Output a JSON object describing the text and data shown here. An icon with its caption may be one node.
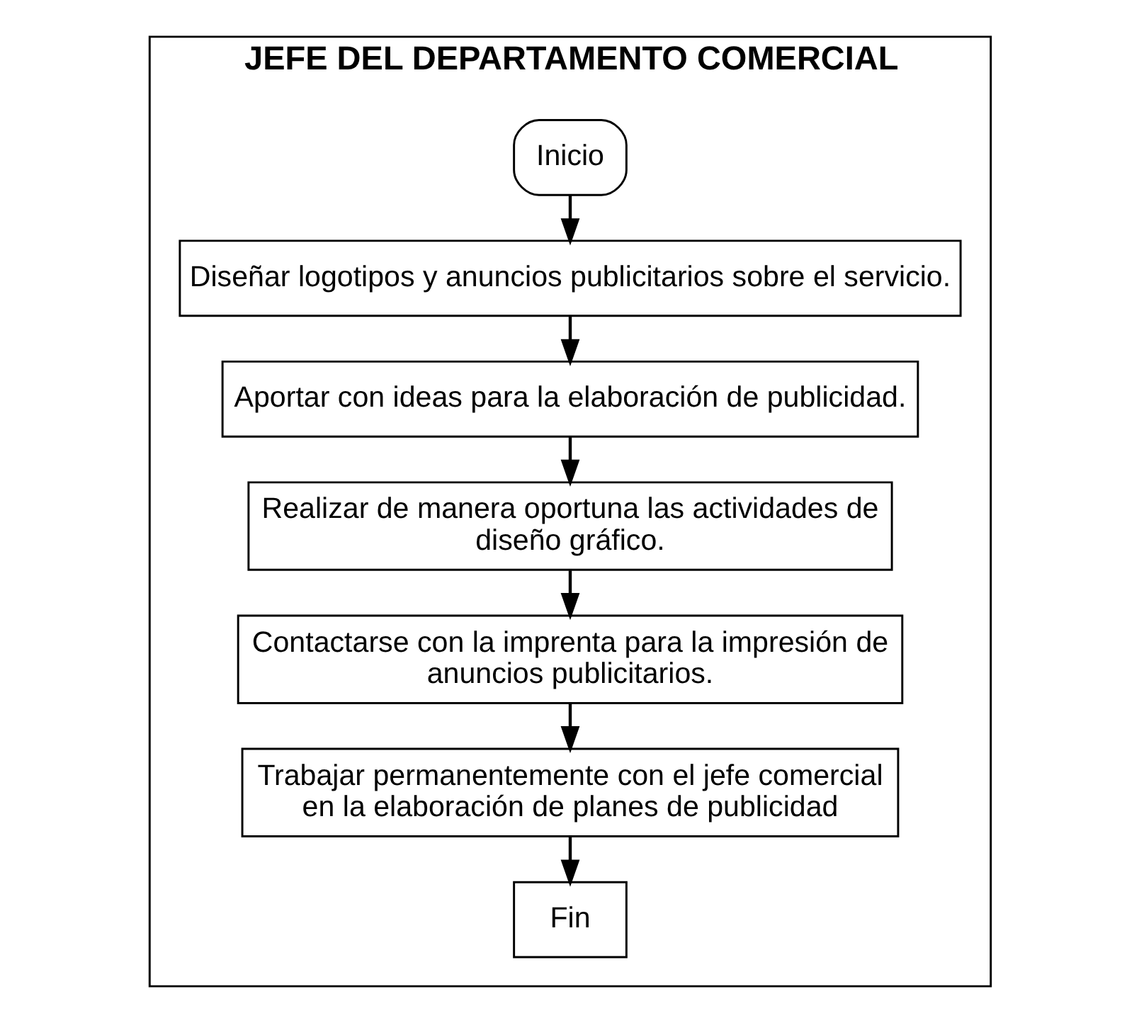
{
  "diagram": {
    "nodes": [
      {
        "text": [
          "JEFE DEL DEPARTAMENTO COMERCIAL"
        ]
      },
      {
        "text": [
          "Inicio"
        ],
        "in": 0
      },
      {
        "text": [
          "Diseñar logotipos y anuncios publicitarios sobre el servicio."
        ],
        "in": 0
      },
      {
        "text": [
          "Aportar con ideas para la elaboración de publicidad."
        ],
        "in": 0
      },
      {
        "text": [
          "Realizar de manera oportuna las actividades de diseño gráfico."
        ],
        "in": 0
      },
      {
        "text": [
          "Contactarse con la imprenta para la impresión de anuncios publicitarios."
        ],
        "in": 0
      },
      {
        "text": [
          "Trabajar permanentemente con el jefe comercial en la elaboración de planes de publicidad"
        ],
        "in": 0
      },
      {
        "text": [
          "Fin"
        ],
        "in": 0
      }
    ],
    "edges": [
      {
        "from": 1,
        "to": 2,
        "arrow": "to"
      },
      {
        "from": 2,
        "to": 3,
        "arrow": "to"
      },
      {
        "from": 3,
        "to": 4,
        "arrow": "to"
      },
      {
        "from": 4,
        "to": 5,
        "arrow": "to"
      },
      {
        "from": 5,
        "to": 6,
        "arrow": "to"
      },
      {
        "from": 6,
        "to": 7,
        "arrow": "to"
      }
    ]
  }
}
